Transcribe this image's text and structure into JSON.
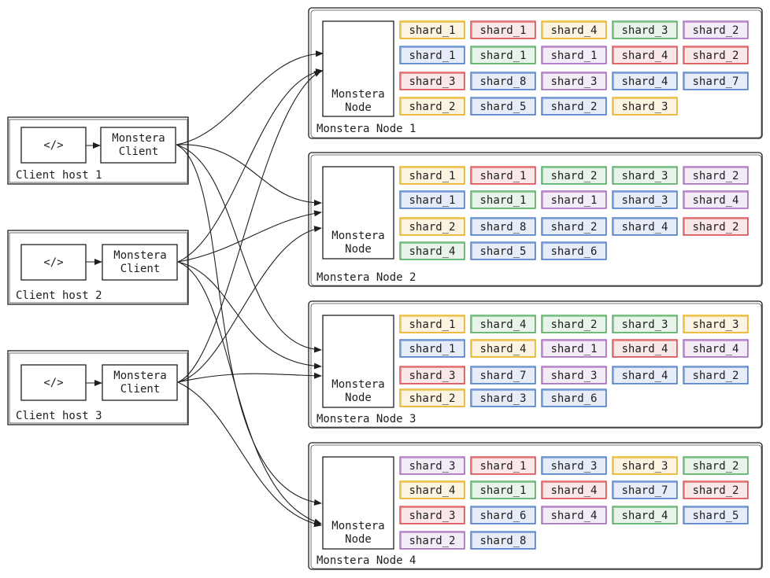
{
  "colors": {
    "yellow": "#e6a800",
    "red": "#d9383c",
    "green": "#3fa34d",
    "purple": "#9b59b6",
    "blue": "#3a6fc4",
    "ink": "#1e1e1e"
  },
  "clients": [
    {
      "code_label": "</>",
      "client_label": [
        "Monstera",
        "Client"
      ],
      "host_label": "Client host 1"
    },
    {
      "code_label": "</>",
      "client_label": [
        "Monstera",
        "Client"
      ],
      "host_label": "Client host 2"
    },
    {
      "code_label": "</>",
      "client_label": [
        "Monstera",
        "Client"
      ],
      "host_label": "Client host 3"
    }
  ],
  "nodes": [
    {
      "node_label": [
        "Monstera",
        "Node"
      ],
      "title": "Monstera Node 1",
      "rows": [
        [
          {
            "label": "shard_1",
            "color": "yellow"
          },
          {
            "label": "shard_1",
            "color": "red"
          },
          {
            "label": "shard_4",
            "color": "yellow"
          },
          {
            "label": "shard_3",
            "color": "green"
          },
          {
            "label": "shard_2",
            "color": "purple"
          }
        ],
        [
          {
            "label": "shard_1",
            "color": "blue"
          },
          {
            "label": "shard_1",
            "color": "green"
          },
          {
            "label": "shard_1",
            "color": "purple"
          },
          {
            "label": "shard_4",
            "color": "red"
          },
          {
            "label": "shard_2",
            "color": "red"
          }
        ],
        [
          {
            "label": "shard_3",
            "color": "red"
          },
          {
            "label": "shard_8",
            "color": "blue"
          },
          {
            "label": "shard_3",
            "color": "purple"
          },
          {
            "label": "shard_4",
            "color": "blue"
          },
          {
            "label": "shard_7",
            "color": "blue"
          }
        ],
        [
          {
            "label": "shard_2",
            "color": "yellow"
          },
          {
            "label": "shard_5",
            "color": "blue"
          },
          {
            "label": "shard_2",
            "color": "blue"
          },
          {
            "label": "shard_3",
            "color": "yellow"
          }
        ]
      ]
    },
    {
      "node_label": [
        "Monstera",
        "Node"
      ],
      "title": "Monstera Node 2",
      "rows": [
        [
          {
            "label": "shard_1",
            "color": "yellow"
          },
          {
            "label": "shard_1",
            "color": "red"
          },
          {
            "label": "shard_2",
            "color": "green"
          },
          {
            "label": "shard_3",
            "color": "green"
          },
          {
            "label": "shard_2",
            "color": "purple"
          }
        ],
        [
          {
            "label": "shard_1",
            "color": "blue"
          },
          {
            "label": "shard_1",
            "color": "green"
          },
          {
            "label": "shard_1",
            "color": "purple"
          },
          {
            "label": "shard_3",
            "color": "blue"
          },
          {
            "label": "shard_4",
            "color": "purple"
          }
        ],
        [
          {
            "label": "shard_2",
            "color": "yellow"
          },
          {
            "label": "shard_8",
            "color": "blue"
          },
          {
            "label": "shard_2",
            "color": "blue"
          },
          {
            "label": "shard_4",
            "color": "blue"
          },
          {
            "label": "shard_2",
            "color": "red"
          }
        ],
        [
          {
            "label": "shard_4",
            "color": "green"
          },
          {
            "label": "shard_5",
            "color": "blue"
          },
          {
            "label": "shard_6",
            "color": "blue"
          }
        ]
      ]
    },
    {
      "node_label": [
        "Monstera",
        "Node"
      ],
      "title": "Monstera Node 3",
      "rows": [
        [
          {
            "label": "shard_1",
            "color": "yellow"
          },
          {
            "label": "shard_4",
            "color": "green"
          },
          {
            "label": "shard_2",
            "color": "green"
          },
          {
            "label": "shard_3",
            "color": "green"
          },
          {
            "label": "shard_3",
            "color": "yellow"
          }
        ],
        [
          {
            "label": "shard_1",
            "color": "blue"
          },
          {
            "label": "shard_4",
            "color": "yellow"
          },
          {
            "label": "shard_1",
            "color": "purple"
          },
          {
            "label": "shard_4",
            "color": "red"
          },
          {
            "label": "shard_4",
            "color": "purple"
          }
        ],
        [
          {
            "label": "shard_3",
            "color": "red"
          },
          {
            "label": "shard_7",
            "color": "blue"
          },
          {
            "label": "shard_3",
            "color": "purple"
          },
          {
            "label": "shard_4",
            "color": "blue"
          },
          {
            "label": "shard_2",
            "color": "blue"
          }
        ],
        [
          {
            "label": "shard_2",
            "color": "yellow"
          },
          {
            "label": "shard_3",
            "color": "blue"
          },
          {
            "label": "shard_6",
            "color": "blue"
          }
        ]
      ]
    },
    {
      "node_label": [
        "Monstera",
        "Node"
      ],
      "title": "Monstera Node 4",
      "rows": [
        [
          {
            "label": "shard_3",
            "color": "purple"
          },
          {
            "label": "shard_1",
            "color": "red"
          },
          {
            "label": "shard_3",
            "color": "blue"
          },
          {
            "label": "shard_3",
            "color": "yellow"
          },
          {
            "label": "shard_2",
            "color": "green"
          }
        ],
        [
          {
            "label": "shard_4",
            "color": "yellow"
          },
          {
            "label": "shard_1",
            "color": "green"
          },
          {
            "label": "shard_4",
            "color": "red"
          },
          {
            "label": "shard_7",
            "color": "blue"
          },
          {
            "label": "shard_2",
            "color": "red"
          }
        ],
        [
          {
            "label": "shard_3",
            "color": "red"
          },
          {
            "label": "shard_6",
            "color": "blue"
          },
          {
            "label": "shard_4",
            "color": "purple"
          },
          {
            "label": "shard_4",
            "color": "green"
          },
          {
            "label": "shard_5",
            "color": "blue"
          }
        ],
        [
          {
            "label": "shard_2",
            "color": "purple"
          },
          {
            "label": "shard_8",
            "color": "blue"
          }
        ]
      ]
    }
  ]
}
